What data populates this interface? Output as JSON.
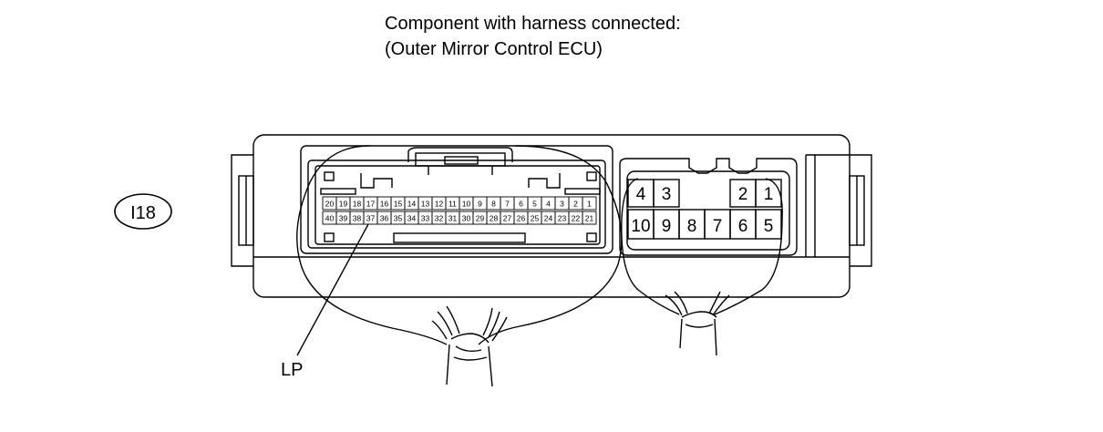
{
  "title": {
    "line1": "Component with harness connected:",
    "line2": "(Outer Mirror Control ECU)"
  },
  "connector_id": "I18",
  "callout_label": "LP",
  "large_connector": {
    "top_row": [
      "20",
      "19",
      "18",
      "17",
      "16",
      "15",
      "14",
      "13",
      "12",
      "11",
      "10",
      "9",
      "8",
      "7",
      "6",
      "5",
      "4",
      "3",
      "2",
      "1"
    ],
    "bottom_row": [
      "40",
      "39",
      "38",
      "37",
      "36",
      "35",
      "34",
      "33",
      "32",
      "31",
      "30",
      "29",
      "28",
      "27",
      "26",
      "25",
      "24",
      "23",
      "22",
      "21"
    ]
  },
  "small_connector": {
    "top_row": [
      "4",
      "3",
      "",
      "",
      "2",
      "1"
    ],
    "bottom_row": [
      "10",
      "9",
      "8",
      "7",
      "6",
      "5"
    ]
  }
}
